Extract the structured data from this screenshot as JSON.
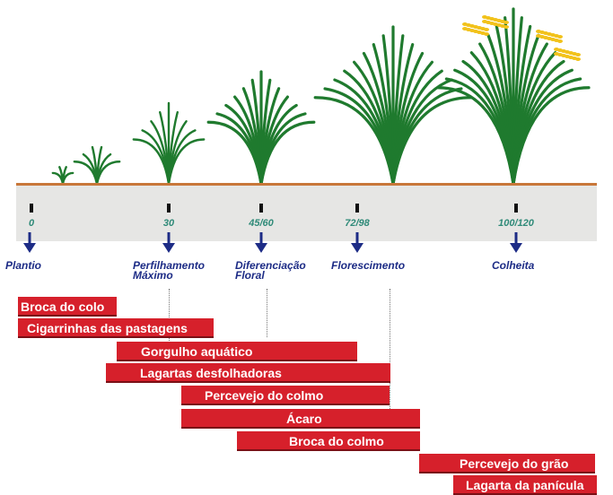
{
  "timeline": {
    "soil_line_color": "#c8773a",
    "days": [
      "0",
      "30",
      "45/60",
      "72/98",
      "100/120"
    ]
  },
  "stages": [
    {
      "label": "Plantio"
    },
    {
      "label": "Perfilhamento\nMáximo"
    },
    {
      "label": "Diferenciação\nFloral"
    },
    {
      "label": "Florescimento"
    },
    {
      "label": "Colheita"
    }
  ],
  "pests": [
    {
      "label": "Broca do colo"
    },
    {
      "label": "Cigarrinhas das pastagens"
    },
    {
      "label": "Gorgulho aquático"
    },
    {
      "label": "Lagartas desfolhadoras"
    },
    {
      "label": "Percevejo do colmo"
    },
    {
      "label": "Ácaro"
    },
    {
      "label": "Broca do colmo"
    },
    {
      "label": "Percevejo do grão"
    },
    {
      "label": "Lagarta da panícula"
    }
  ],
  "colors": {
    "bar": "#d6202b",
    "label": "#1d2c86",
    "day": "#2f8a78",
    "leaf": "#1f7a2e",
    "grain": "#f2c21b"
  }
}
